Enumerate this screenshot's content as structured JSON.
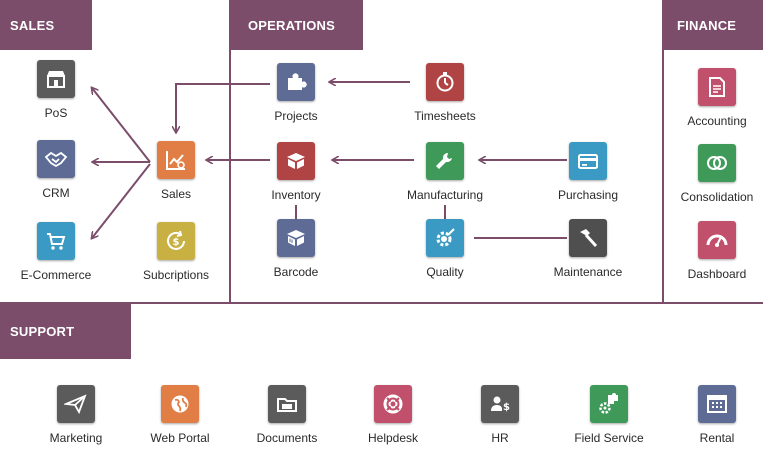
{
  "sections": {
    "sales": "SALES",
    "operations": "OPERATIONS",
    "finance": "FINANCE",
    "support": "SUPPORT"
  },
  "modules": {
    "pos": {
      "label": "PoS",
      "color": "#5b5b5b",
      "icon": "store-icon"
    },
    "crm": {
      "label": "CRM",
      "color": "#5e6c95",
      "icon": "handshake-icon"
    },
    "ecommerce": {
      "label": "E-Commerce",
      "color": "#3b9ac3",
      "icon": "cart-icon"
    },
    "sales": {
      "label": "Sales",
      "color": "#e07e45",
      "icon": "chart-icon"
    },
    "subscriptions": {
      "label": "Subcriptions",
      "color": "#c8b043",
      "icon": "coin-refresh-icon"
    },
    "projects": {
      "label": "Projects",
      "color": "#5e6c95",
      "icon": "puzzle-icon"
    },
    "timesheets": {
      "label": "Timesheets",
      "color": "#b04444",
      "icon": "stopwatch-icon"
    },
    "inventory": {
      "label": "Inventory",
      "color": "#b04444",
      "icon": "box-icon"
    },
    "manufacturing": {
      "label": "Manufacturing",
      "color": "#3f9a5a",
      "icon": "wrench-icon"
    },
    "purchasing": {
      "label": "Purchasing",
      "color": "#3b9ac3",
      "icon": "credit-card-icon"
    },
    "barcode": {
      "label": "Barcode",
      "color": "#5e6c95",
      "icon": "barcode-box-icon"
    },
    "quality": {
      "label": "Quality",
      "color": "#3b9ac3",
      "icon": "quality-gear-icon"
    },
    "maintenance": {
      "label": "Maintenance",
      "color": "#4f4f4f",
      "icon": "hammer-icon"
    },
    "accounting": {
      "label": "Accounting",
      "color": "#c0506b",
      "icon": "invoice-icon"
    },
    "consolidation": {
      "label": "Consolidation",
      "color": "#3f9a5a",
      "icon": "overlap-circles-icon"
    },
    "dashboard": {
      "label": "Dashboard",
      "color": "#c0506b",
      "icon": "gauge-icon"
    },
    "marketing": {
      "label": "Marketing",
      "color": "#5b5b5b",
      "icon": "paper-plane-icon"
    },
    "webportal": {
      "label": "Web Portal",
      "color": "#e07e45",
      "icon": "globe-icon"
    },
    "documents": {
      "label": "Documents",
      "color": "#5b5b5b",
      "icon": "folder-icon"
    },
    "helpdesk": {
      "label": "Helpdesk",
      "color": "#c0506b",
      "icon": "lifebuoy-icon"
    },
    "hr": {
      "label": "HR",
      "color": "#5b5b5b",
      "icon": "person-dollar-icon"
    },
    "fieldservice": {
      "label": "Field Service",
      "color": "#3f9a5a",
      "icon": "gear-puzzle-icon"
    },
    "rental": {
      "label": "Rental",
      "color": "#5e6c95",
      "icon": "calendar-grid-icon"
    }
  }
}
